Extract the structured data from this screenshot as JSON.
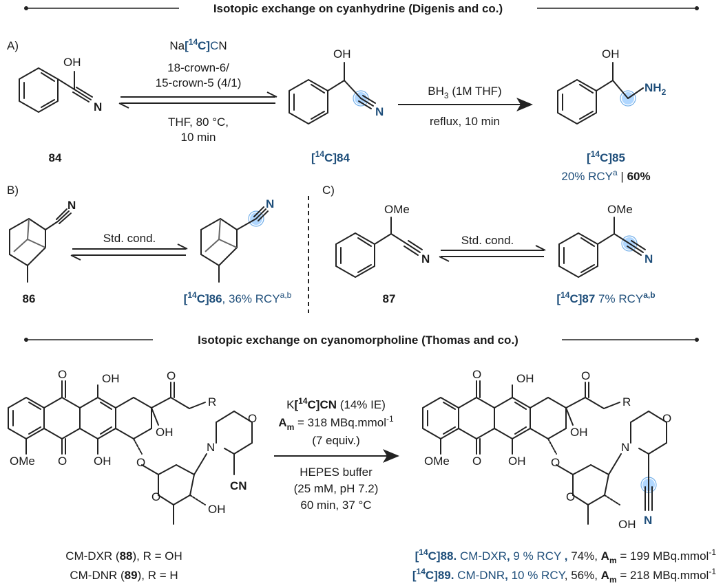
{
  "header_top": "Isotopic exchange on cyanhydrine (Digenis and co.)",
  "header_bottom": "Isotopic exchange on cyanomorpholine (Thomas and co.)",
  "panel_a": {
    "label": "A)",
    "reagent": "Na[14C]CN",
    "cond1": "18-crown-6/",
    "cond2": "15-crown-5 (4/1)",
    "cond3": "THF, 80 °C,",
    "cond4": "10 min",
    "step2_top": "BH3 (1M THF)",
    "step2_bottom": "reflux, 10 min",
    "cmpd_84": "84",
    "cmpd_14c84": "[14C]84",
    "cmpd_14c85": "[14C]85",
    "yield_85": "20% RCY",
    "yield_85_sup": "a",
    "yield_85_sep": " | ",
    "yield_85_b": "60%"
  },
  "panel_b": {
    "label": "B)",
    "cond": "Std. cond.",
    "cmpd_86": "86",
    "product": "[14C]86, 36% RCY",
    "product_sup": "a,b"
  },
  "panel_c": {
    "label": "C)",
    "cond": "Std. cond.",
    "cmpd_87": "87",
    "product": "[14C]87 7% RCY",
    "product_sup": "a,b"
  },
  "panel_d": {
    "reagent": "K[14C]CN (14% IE)",
    "am_line": "Am = 318 MBq.mmol-1",
    "equiv": "(7 equiv.)",
    "buffer": "HEPES buffer",
    "buffer_cond": "(25 mM, pH 7.2)",
    "time": "60 min, 37 °C",
    "sm_88": "CM-DXR (88), R = OH",
    "sm_89": "CM-DNR (89), R = H",
    "prod_88": "[14C]88. CM-DXR, 9 % RCY , 74%, Am = 199 MBq.mmol-1",
    "prod_89": "[14C]89. CM-DNR, 10 % RCY, 56%, Am = 218 MBq.mmol-1"
  },
  "atoms": {
    "oh": "OH",
    "n": "N",
    "nh2": "NH2",
    "ome": "OMe",
    "o": "O",
    "r": "R",
    "cn": "CN"
  },
  "colors": {
    "accent": "#1e4e7a",
    "highlight": "#6fb6ff"
  }
}
